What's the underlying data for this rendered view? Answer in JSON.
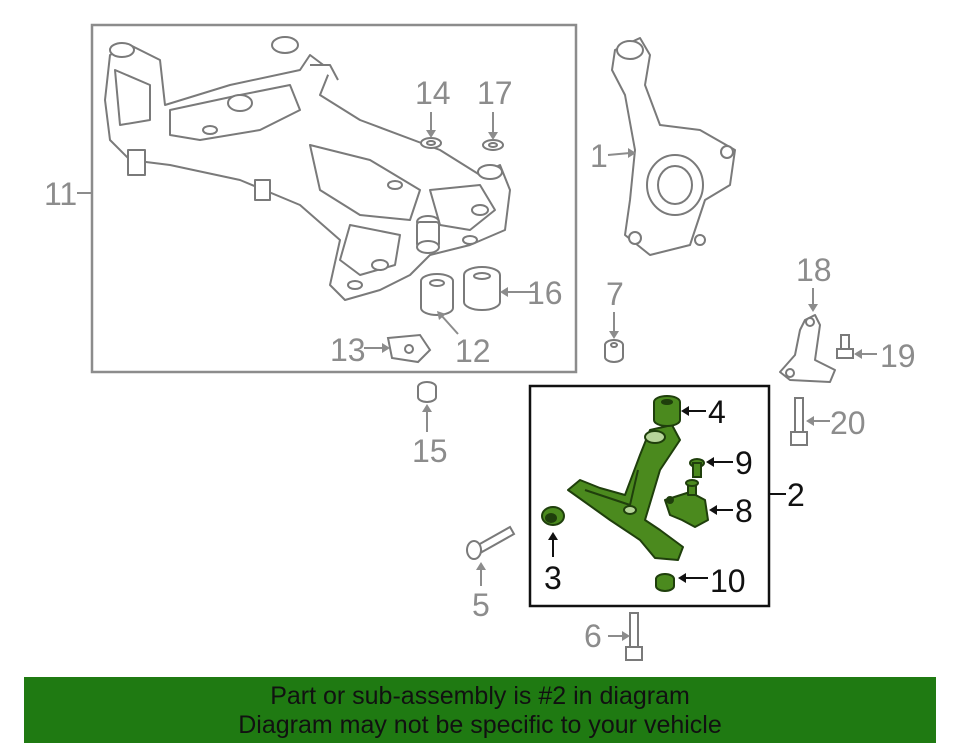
{
  "colors": {
    "highlight": "#4b8a1e",
    "highlight_dark": "#1f3f0c",
    "part_line": "#7a7a7a",
    "banner": "#1f7a12"
  },
  "callouts": {
    "c1": "1",
    "c2": "2",
    "c3": "3",
    "c4": "4",
    "c5": "5",
    "c6": "6",
    "c7": "7",
    "c8": "8",
    "c9": "9",
    "c10": "10",
    "c11": "11",
    "c12": "12",
    "c13": "13",
    "c14": "14",
    "c15": "15",
    "c16": "16",
    "c17": "17",
    "c18": "18",
    "c19": "19",
    "c20": "20"
  },
  "banner": {
    "line1": "Part or sub-assembly is #2 in diagram",
    "line2": "Diagram may not be specific to your vehicle"
  }
}
